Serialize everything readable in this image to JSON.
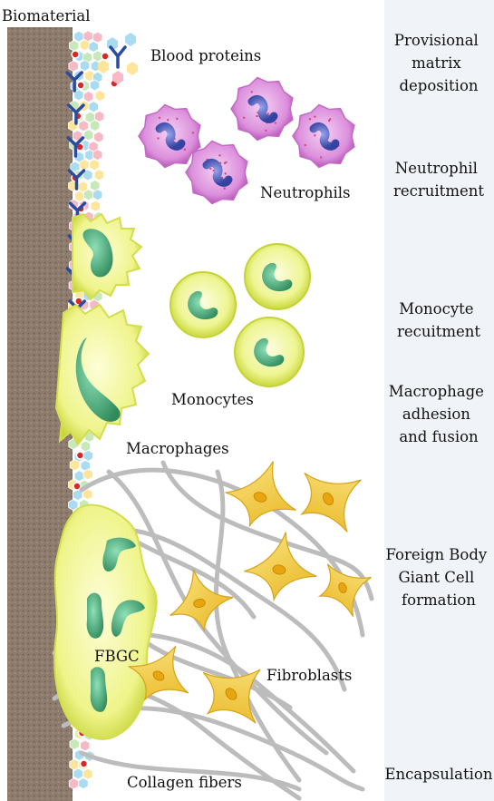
{
  "diagram": {
    "labels": {
      "biomaterial": "Biomaterial",
      "blood_proteins": "Blood proteins",
      "neutrophils": "Neutrophils",
      "monocytes": "Monocytes",
      "macrophages": "Macrophages",
      "fbgc": "FBGC",
      "fibroblasts": "Fibroblasts",
      "collagen_fibers": "Collagen fibers"
    },
    "stages": [
      {
        "lines": [
          "Provisional",
          "matrix",
          "deposition"
        ]
      },
      {
        "lines": [
          "Neutrophil",
          "recruitment"
        ]
      },
      {
        "lines": [
          "Monocyte",
          "recuitment"
        ]
      },
      {
        "lines": [
          "Macrophage",
          "adhesion",
          "and fusion"
        ]
      },
      {
        "lines": [
          "Foreign Body",
          "Giant Cell",
          "formation"
        ]
      },
      {
        "lines": [
          "Encapsulation"
        ]
      }
    ],
    "colors": {
      "biomaterial": "#8c7a6c",
      "stage_panel": "#f0f3f8",
      "neutrophil": "#d57ad8",
      "neutrophil_nucleus": "#4b58b6",
      "monocyte": "#e2ee76",
      "cell_nucleus": "#3e9d6d",
      "macrophage": "#f0f58e",
      "fibroblast": "#f2d046",
      "collagen": "#bdbdbd",
      "antibody": "#2b4aa0",
      "protein_red": "#d62828"
    }
  }
}
